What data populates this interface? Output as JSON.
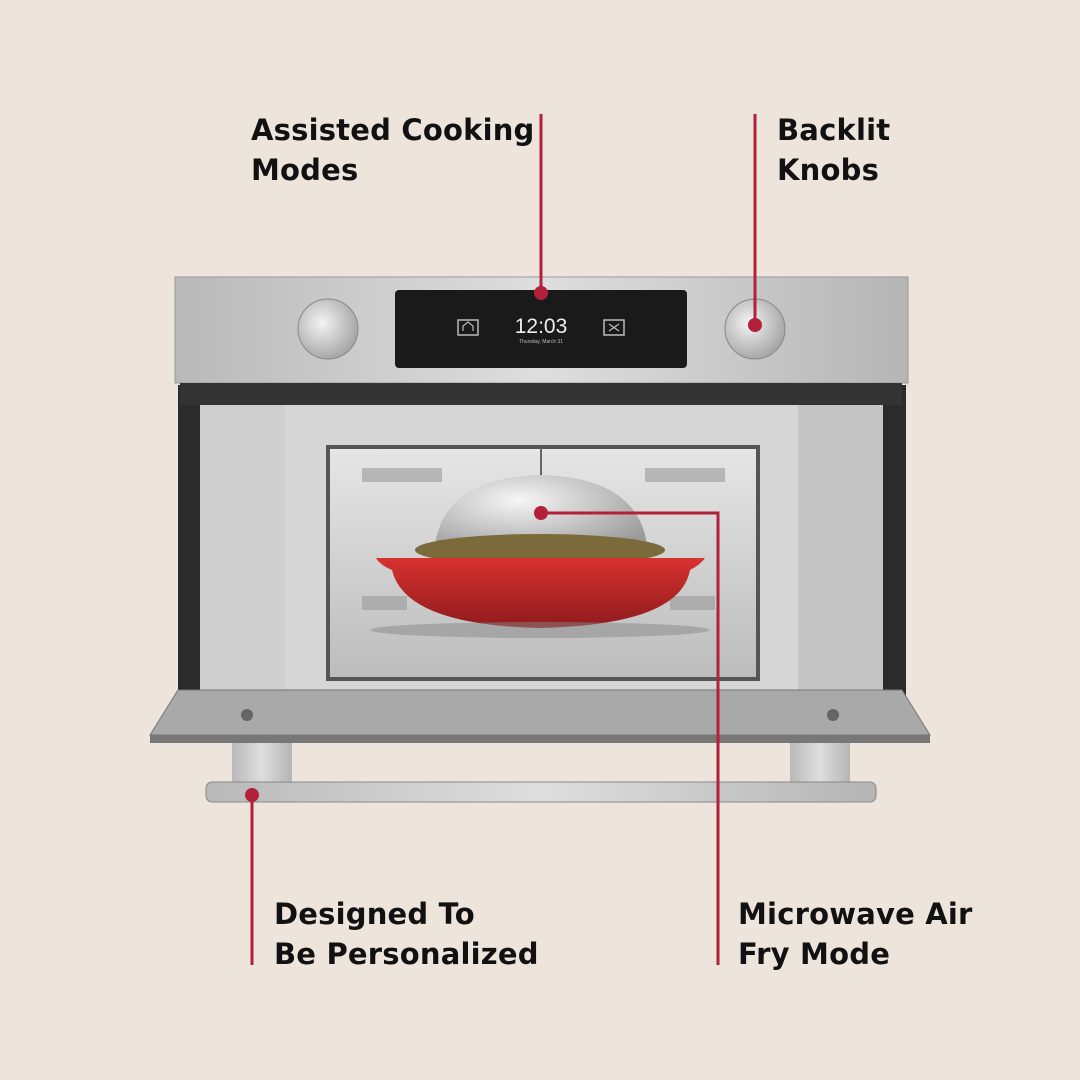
{
  "callouts": {
    "assisted": {
      "line1": "Assisted Cooking",
      "line2": "Modes"
    },
    "knobs": {
      "line1": "Backlit",
      "line2": "Knobs"
    },
    "personalized": {
      "line1": "Designed To",
      "line2": "Be Personalized"
    },
    "airfry": {
      "line1": "Microwave Air",
      "line2": "Fry Mode"
    }
  },
  "display": {
    "time": "12:03",
    "date": "Thursday, March 31",
    "home_icon": "home-icon",
    "close_icon": "close-icon"
  },
  "colors": {
    "background": "#ede4dc",
    "accent": "#b3203a",
    "dish": "#c8262b"
  }
}
